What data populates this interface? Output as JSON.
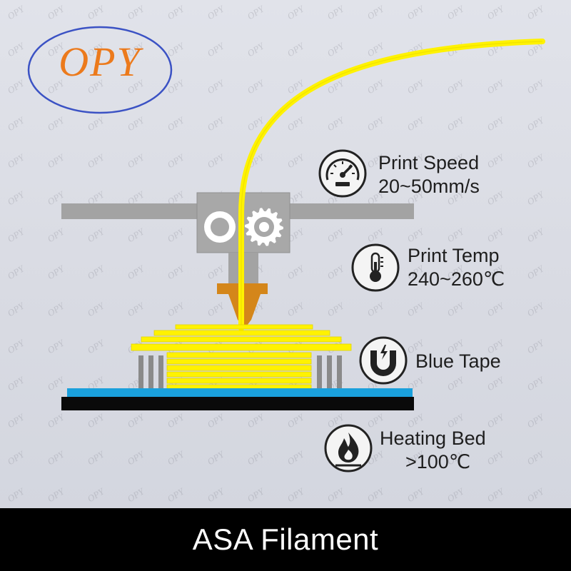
{
  "brand": {
    "logo_text": "OPY",
    "logo_color": "#ec7a1c",
    "ellipse_color": "#3b52c4",
    "watermark_text": "OPY"
  },
  "specs": [
    {
      "icon": "speedometer-icon",
      "line1": "Print Speed",
      "line2": "20~50mm/s"
    },
    {
      "icon": "thermometer-icon",
      "line1": "Print Temp",
      "line2": "240~260℃"
    },
    {
      "icon": "magnet-icon",
      "line1": "Blue Tape",
      "line2": ""
    },
    {
      "icon": "flame-icon",
      "line1": "Heating Bed",
      "line2": ">100℃"
    }
  ],
  "banner": {
    "title": "ASA Filament"
  },
  "colors": {
    "filament": "#fff200",
    "nozzle": "#d4861a",
    "bed_tape": "#1aa0dc",
    "frame": "#a3a3a3",
    "banner_bg": "#000000"
  }
}
